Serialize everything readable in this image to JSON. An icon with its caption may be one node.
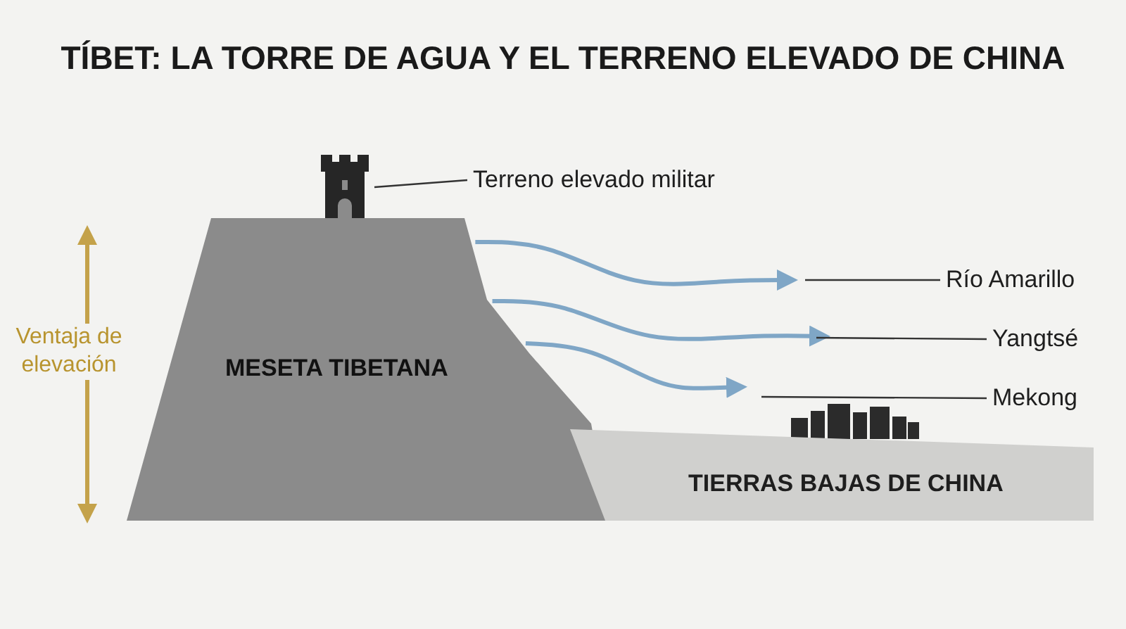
{
  "diagram": {
    "title": "TÍBET: LA TORRE DE AGUA Y EL TERRENO ELEVADO DE CHINA",
    "nodes": [
      {
        "text": [],
        "shape": "picture"
      },
      {
        "text": [
          "Terreno elevado militar"
        ]
      },
      {
        "text": [
          "MESETA TIBETANA"
        ]
      },
      {
        "text": [
          "TIERRAS BAJAS DE CHINA"
        ]
      },
      {
        "text": [
          "Río Amarillo"
        ]
      },
      {
        "text": [
          "Yangtsé"
        ]
      },
      {
        "text": [
          "Mekong"
        ]
      }
    ],
    "edges": [
      {
        "from": 1,
        "to": 0,
        "arrow": "none"
      },
      {
        "from": 2,
        "to": null,
        "arrow": "to",
        "style": "thick",
        "color": "#7fa6c6"
      },
      {
        "from": 2,
        "to": null,
        "arrow": "to",
        "style": "thick",
        "color": "#7fa6c6"
      },
      {
        "from": 2,
        "to": null,
        "arrow": "to",
        "style": "thick",
        "color": "#7fa6c6"
      },
      {
        "from": 4,
        "to": null,
        "arrow": "none"
      },
      {
        "from": 5,
        "to": null,
        "arrow": "none"
      },
      {
        "from": 6,
        "to": null,
        "arrow": "none"
      }
    ],
    "labels": [
      "Ventaja de elevación"
    ]
  }
}
